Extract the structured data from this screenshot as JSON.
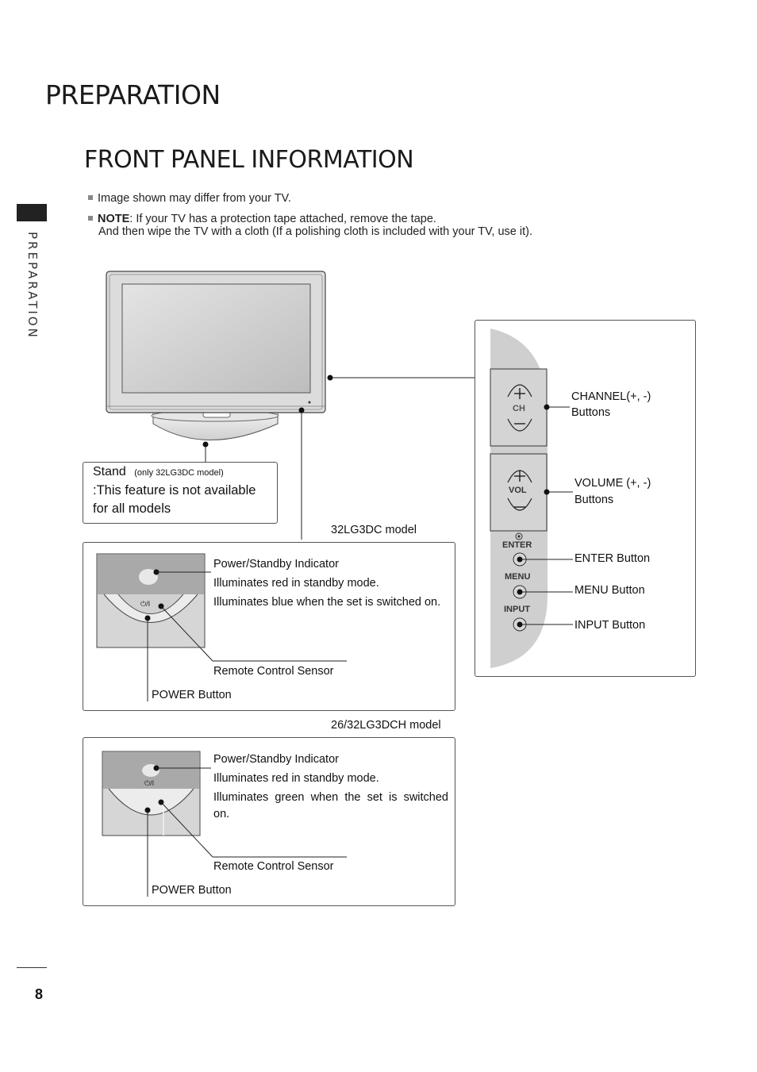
{
  "page_title": "PREPARATION",
  "section_title": "FRONT PANEL INFORMATION",
  "side_label": "PREPARATION",
  "notes": {
    "bullet1": "Image shown may differ from your TV.",
    "note_label": "NOTE",
    "note_text": ": If your TV has a protection tape attached, remove the tape.",
    "note_line2": "And then wipe the TV with a cloth (If a polishing cloth is included with your TV, use it)."
  },
  "stand": {
    "label": "Stand",
    "model_note": "(only 32LG3DC model)",
    "line1": ":This feature is not available",
    "line2": "for all models"
  },
  "side_panel": {
    "channel_label": "CHANNEL(+, -)",
    "channel_sub": "Buttons",
    "volume_label": "VOLUME (+, -)",
    "volume_sub": "Buttons",
    "enter_button": "ENTER Button",
    "menu_button": "MENU Button",
    "input_button": "INPUT Button",
    "ch_text": "CH",
    "vol_text": "VOL",
    "enter_text": "ENTER",
    "menu_text": "MENU",
    "input_text": "INPUT"
  },
  "model1": {
    "name": "32LG3DC model",
    "indicator_title": "Power/Standby Indicator",
    "line1": "Illuminates red in standby mode.",
    "line2": "Illuminates blue when the set is switched on.",
    "sensor": "Remote Control Sensor",
    "power": "POWER Button",
    "power_symbol": "⏻/I"
  },
  "model2": {
    "name": "26/32LG3DCH model",
    "indicator_title": "Power/Standby Indicator",
    "line1": "Illuminates red in standby mode.",
    "line2a": "Illuminates green when the set is switched",
    "line2b": "on.",
    "sensor": "Remote Control Sensor",
    "power": "POWER Button",
    "power_symbol": "⏻/I"
  },
  "page_number": "8"
}
